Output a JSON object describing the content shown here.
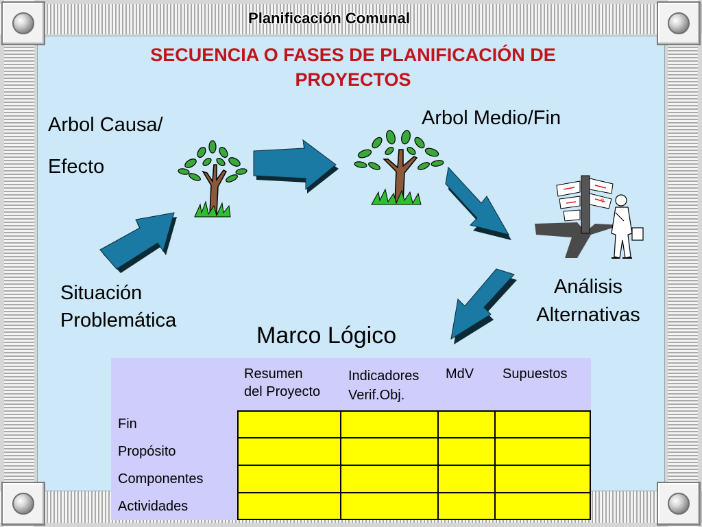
{
  "header": {
    "title": "Planificación Comunal"
  },
  "slide": {
    "title_line1": "SECUENCIA  O FASES DE PLANIFICACIÓN  DE",
    "title_line2": "PROYECTOS"
  },
  "labels": {
    "arbol_causa_line1": "Arbol Causa/",
    "arbol_causa_line2": "Efecto",
    "arbol_medio": "Arbol Medio/Fin",
    "situacion_line1": "Situación",
    "situacion_line2": "Problemática",
    "analisis_line1": "Análisis",
    "analisis_line2": "Alternativas",
    "marco": "Marco Lógico"
  },
  "table": {
    "headers": {
      "resumen_line1": "Resumen",
      "resumen_line2": "del Proyecto",
      "indicadores_line1": "Indicadores",
      "indicadores_line2": "Verif.Obj.",
      "mdv": "MdV",
      "supuestos": "Supuestos"
    },
    "rows": [
      "Fin",
      "Propósito",
      "Componentes",
      "Actividades"
    ]
  },
  "colors": {
    "title_red": "#c0141c",
    "panel": "#cde8f8",
    "table_bg": "#cfcdfb",
    "cell_yellow": "#ffff00",
    "arrow_blue": "#1a7aa3"
  },
  "icons": [
    "tree-icon",
    "arrow-icon",
    "signpost-person-icon",
    "binding-ring-icon"
  ]
}
